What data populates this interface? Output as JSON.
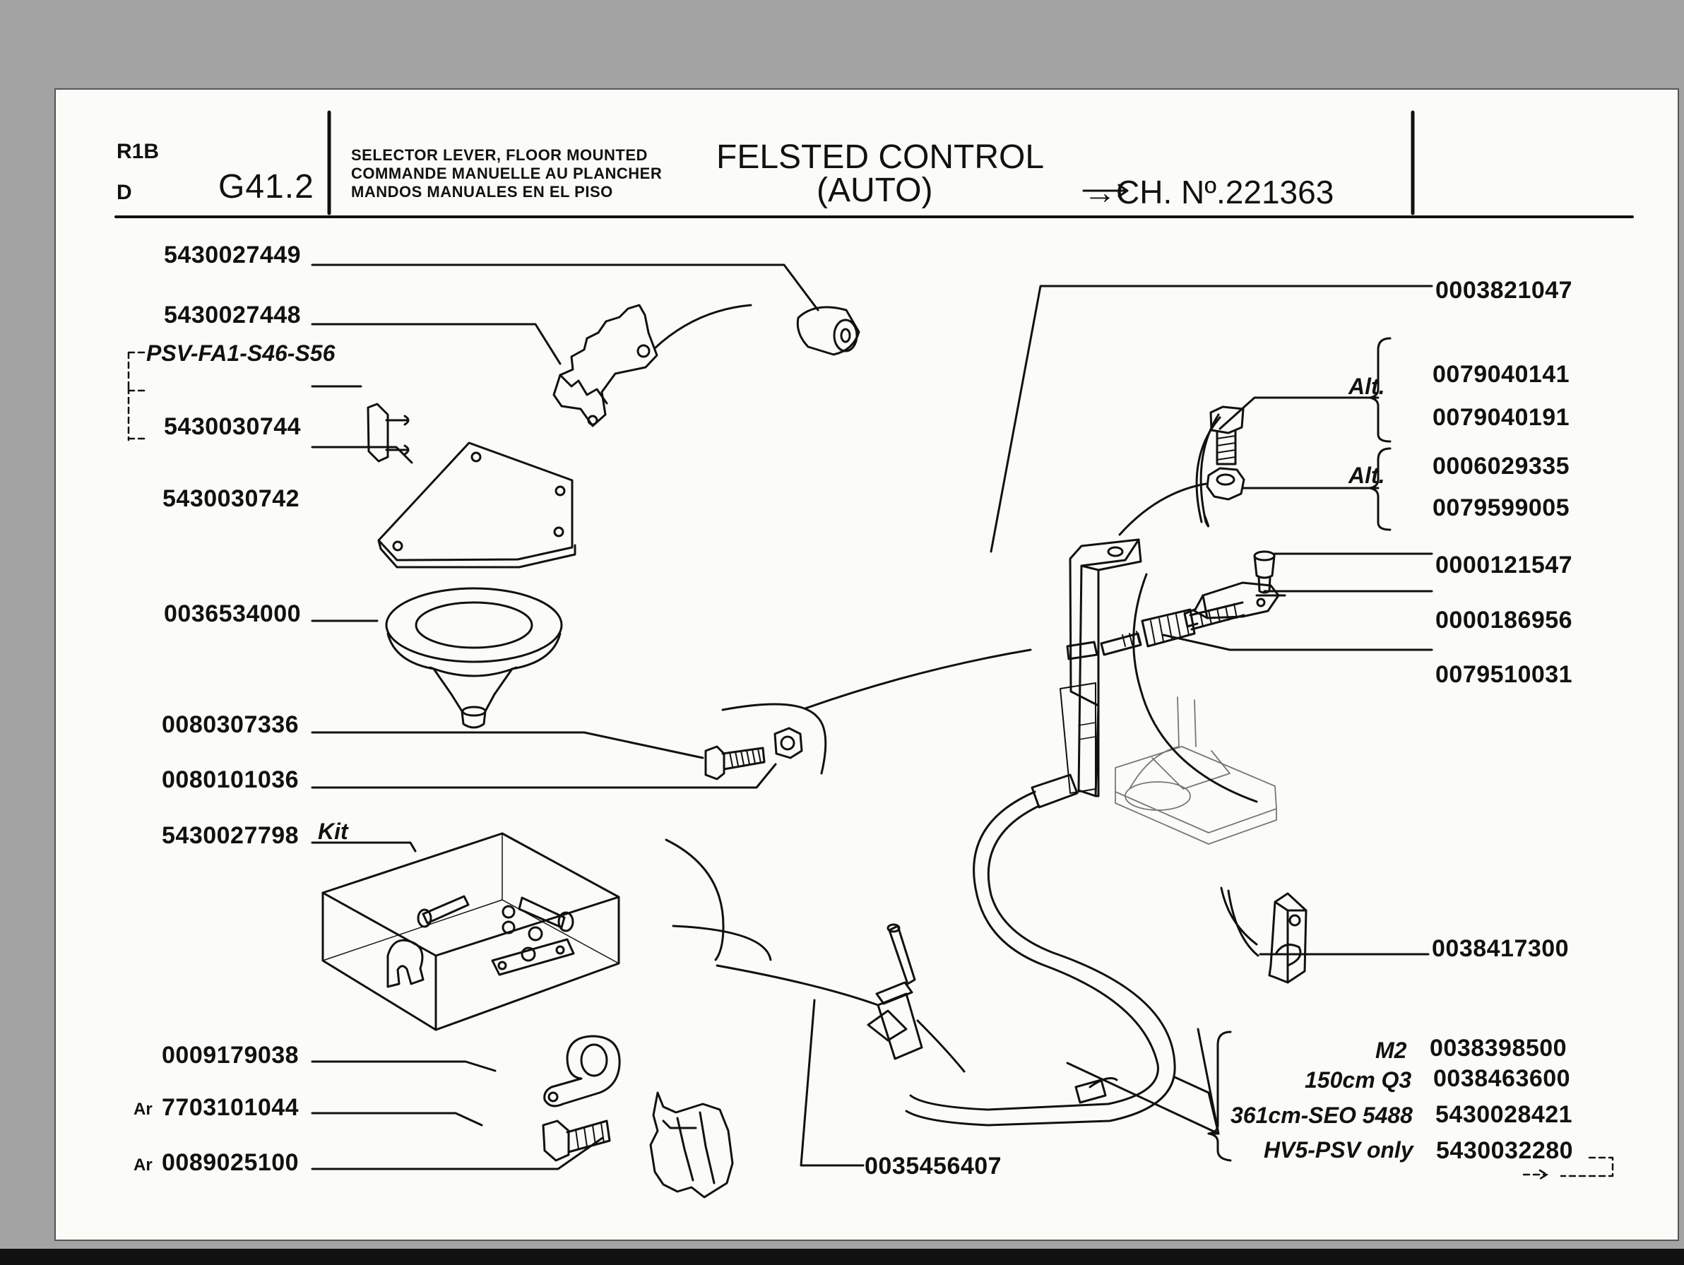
{
  "header": {
    "code_top": "R1B",
    "code_bottom": "D",
    "page_ref": "G41.2",
    "titles": [
      "SELECTOR LEVER, FLOOR MOUNTED",
      "COMMANDE MANUELLE AU PLANCHER",
      "MANDOS MANUALES EN EL PISO"
    ],
    "main_title_line1": "FELSTED CONTROL",
    "main_title_line2": "(AUTO)",
    "chassis_number": "→CH. Nº.221363"
  },
  "left_parts": {
    "p1": "5430027449",
    "p2": "5430027448",
    "psv_note": "PSV-FA1-S46-S56",
    "p3": "5430030744",
    "p4": "5430030742",
    "p5": "0036534000",
    "p6": "0080307336",
    "p7": "0080101036",
    "p8": "5430027798",
    "kit_label": "Kit",
    "p9": "0009179038",
    "p10_mark": "Ar",
    "p10": "7703101044",
    "p11_mark": "Ar",
    "p11": "0089025100"
  },
  "right_parts": {
    "r1": "0003821047",
    "alt1": "Alt.",
    "r2": "0079040141",
    "r3": "0079040191",
    "alt2": "Alt.",
    "r4": "0006029335",
    "r5": "0079599005",
    "r6": "0000121547",
    "r7": "0000186956",
    "r8": "0079510031",
    "r9": "0038417300",
    "v1_note": "M2",
    "v1": "0038398500",
    "v2_note": "150cm Q3",
    "v2": "0038463600",
    "v3_note": "361cm-SEO 5488",
    "v3": "5430028421",
    "v4_note": "HV5-PSV only",
    "v4": "5430032280"
  },
  "bottom_parts": {
    "b1": "0035456407"
  },
  "colors": {
    "paper": "#fbfbf8",
    "ink": "#111111",
    "scan_background": "#a3a3a3"
  }
}
